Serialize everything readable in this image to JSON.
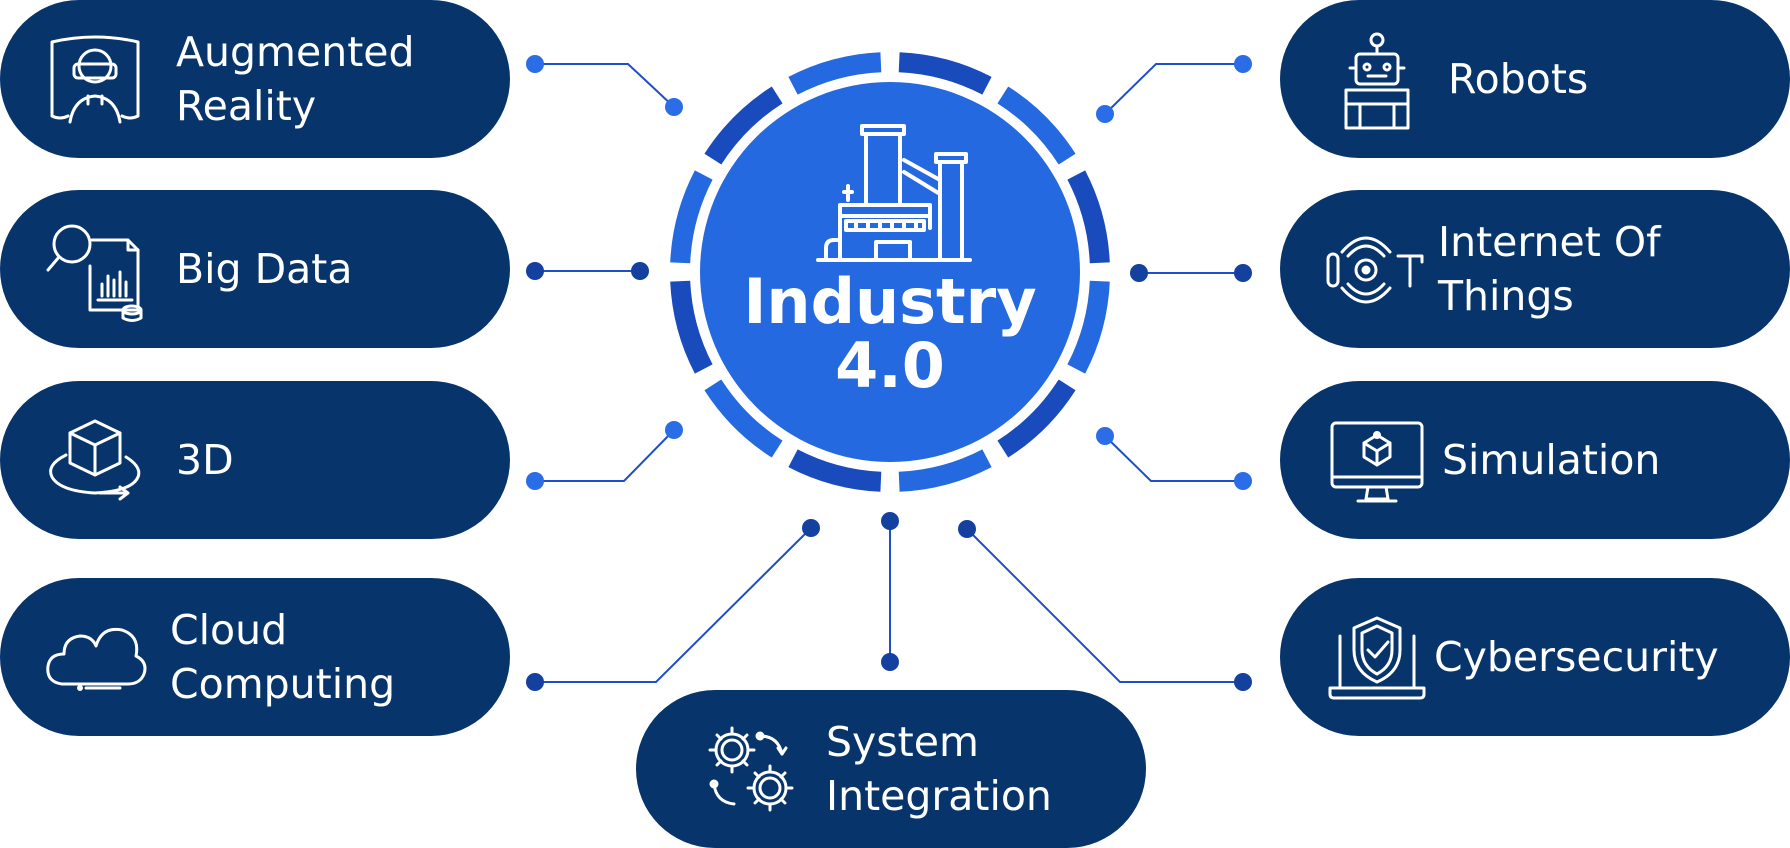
{
  "hub": {
    "line1": "Industry",
    "line2": "4.0",
    "icon": "factory-icon"
  },
  "colors": {
    "pill": "#06346b",
    "hub": "#2469e0",
    "ring": "#1a4bbd",
    "connector": "#1e4fc8",
    "dot_light": "#2b6de6",
    "dot_dark": "#14409f"
  },
  "items": {
    "augmented_reality": {
      "line1": "Augmented",
      "line2": "Reality",
      "icon": "vr-headset-person-icon"
    },
    "big_data": {
      "line1": "Big Data",
      "icon": "data-analytics-icon"
    },
    "three_d": {
      "line1": "3D",
      "icon": "3d-cube-rotate-icon"
    },
    "cloud_computing": {
      "line1": "Cloud",
      "line2": "Computing",
      "icon": "cloud-icon"
    },
    "robots": {
      "line1": "Robots",
      "icon": "robot-icon"
    },
    "iot": {
      "line1": "Internet Of",
      "line2": "Things",
      "icon": "iot-icon"
    },
    "simulation": {
      "line1": "Simulation",
      "icon": "monitor-network-icon"
    },
    "cybersecurity": {
      "line1": "Cybersecurity",
      "icon": "shield-laptop-icon"
    },
    "system_integration": {
      "line1": "System",
      "line2": "Integration",
      "icon": "gears-icon"
    }
  }
}
